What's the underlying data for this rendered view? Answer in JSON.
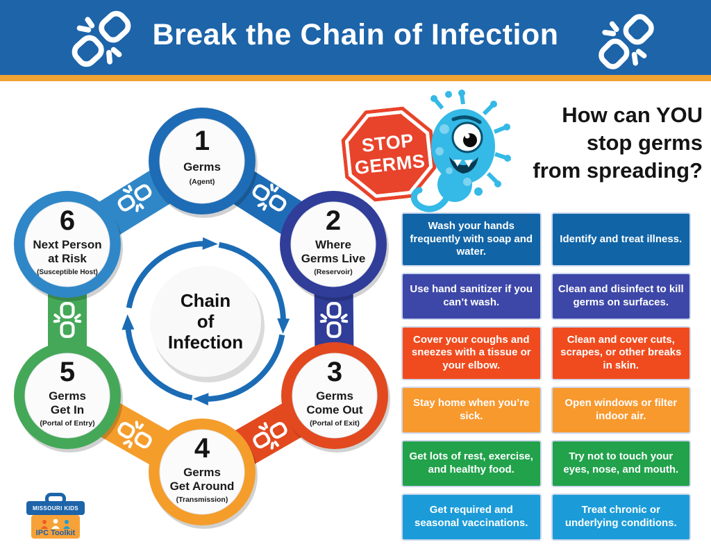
{
  "header": {
    "title": "Break the Chain of Infection",
    "bg_color": "#1d64a9",
    "accent_color": "#f0a232"
  },
  "diagram": {
    "center": {
      "lines": [
        "Chain",
        "of",
        "Infection"
      ],
      "arrow_color": "#1b6cb5"
    },
    "nodes": [
      {
        "number": "1",
        "name1": "Germs",
        "name2": "",
        "sub": "(Agent)",
        "color": "#1e6cb5"
      },
      {
        "number": "2",
        "name1": "Where",
        "name2": "Germs Live",
        "sub": "(Reservoir)",
        "color": "#303d99"
      },
      {
        "number": "3",
        "name1": "Germs",
        "name2": "Come Out",
        "sub": "(Portal of Exit)",
        "color": "#e2491f"
      },
      {
        "number": "4",
        "name1": "Germs",
        "name2": "Get Around",
        "sub": "(Transmission)",
        "color": "#f49d2b"
      },
      {
        "number": "5",
        "name1": "Germs",
        "name2": "Get In",
        "sub": "(Portal of Entry)",
        "color": "#45a858"
      },
      {
        "number": "6",
        "name1": "Next Person",
        "name2": "at Risk",
        "sub": "(Susceptible Host)",
        "color": "#2f87c7"
      }
    ],
    "connectors": [
      {
        "between": "6-1",
        "color": "#2f87c7"
      },
      {
        "between": "1-2",
        "color": "#1e6cb5"
      },
      {
        "between": "2-3",
        "color": "#303d99"
      },
      {
        "between": "3-4",
        "color": "#e2491f"
      },
      {
        "between": "4-5",
        "color": "#f49d2b"
      },
      {
        "between": "5-6",
        "color": "#45a858"
      }
    ]
  },
  "stop_sign": {
    "line1": "STOP",
    "line2": "GERMS",
    "color": "#e8432b"
  },
  "question": {
    "lines": [
      "How can YOU",
      "stop germs",
      "from spreading?"
    ]
  },
  "tips": [
    {
      "text": "Wash your hands frequently with soap and water.",
      "color": "#1165a7"
    },
    {
      "text": "Identify and treat illness.",
      "color": "#1165a7"
    },
    {
      "text": "Use hand sanitizer if you can’t wash.",
      "color": "#3d47a8"
    },
    {
      "text": "Clean and disinfect to kill germs on surfaces.",
      "color": "#3d47a8"
    },
    {
      "text": "Cover your coughs and sneezes with a tissue or your elbow.",
      "color": "#f04b1e"
    },
    {
      "text": "Clean and cover cuts, scrapes, or other breaks in skin.",
      "color": "#f04b1e"
    },
    {
      "text": "Stay home when you’re sick.",
      "color": "#f8992e"
    },
    {
      "text": "Open windows or filter indoor air.",
      "color": "#f8992e"
    },
    {
      "text": "Get lots of rest, exercise, and healthy food.",
      "color": "#21a24b"
    },
    {
      "text": "Try not to touch your eyes, nose, and mouth.",
      "color": "#21a24b"
    },
    {
      "text": "Get required and seasonal vaccinations.",
      "color": "#1b9cd8"
    },
    {
      "text": "Treat chronic or underlying conditions.",
      "color": "#1b9cd8"
    }
  ],
  "logo": {
    "lid_text": "MISSOURI KIDS",
    "label": "IPC Toolkit"
  }
}
